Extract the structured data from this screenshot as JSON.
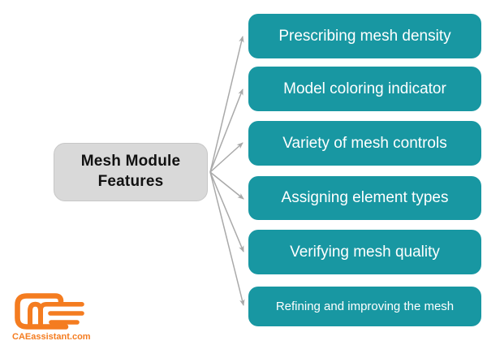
{
  "diagram": {
    "central": {
      "line1": "Mesh Module",
      "line2": "Features"
    },
    "features": [
      {
        "label": "Prescribing mesh density"
      },
      {
        "label": "Model coloring indicator"
      },
      {
        "label": "Variety of mesh controls"
      },
      {
        "label": "Assigning element types"
      },
      {
        "label": "Verifying mesh quality"
      },
      {
        "label": "Refining and improving the mesh"
      }
    ]
  },
  "logo": {
    "text": "CAEassistant.com"
  },
  "colors": {
    "teal": "#1897a2",
    "box-gray": "#d9d9d9",
    "box-gray-border": "#c7c7c7",
    "arrow": "#a9a9a9",
    "orange": "#f47c20",
    "text-dark": "#111111",
    "text-light": "#ffffff"
  }
}
